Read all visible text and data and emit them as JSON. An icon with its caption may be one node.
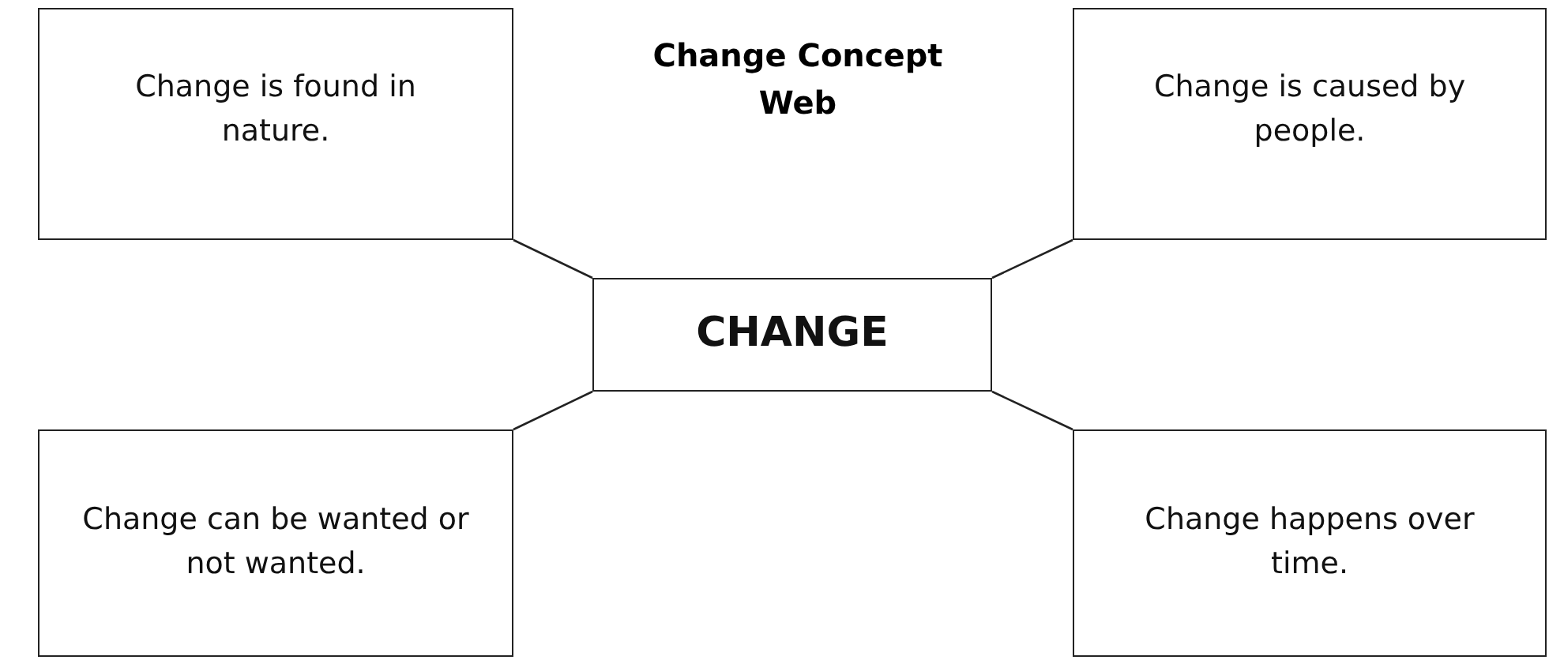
{
  "diagram": {
    "title": "Change Concept Web",
    "nodes": [
      {
        "text": [
          "Change is found in nature."
        ]
      },
      {
        "text": [
          "Change is caused by people."
        ]
      },
      {
        "text": [
          "CHANGE"
        ]
      },
      {
        "text": [
          "Change can be wanted or not wanted."
        ]
      },
      {
        "text": [
          "Change happens over time."
        ]
      }
    ],
    "edges": [
      {
        "from": 2,
        "to": 0,
        "arrow": "none"
      },
      {
        "from": 2,
        "to": 1,
        "arrow": "none"
      },
      {
        "from": 2,
        "to": 3,
        "arrow": "none"
      },
      {
        "from": 2,
        "to": 4,
        "arrow": "none"
      }
    ]
  }
}
